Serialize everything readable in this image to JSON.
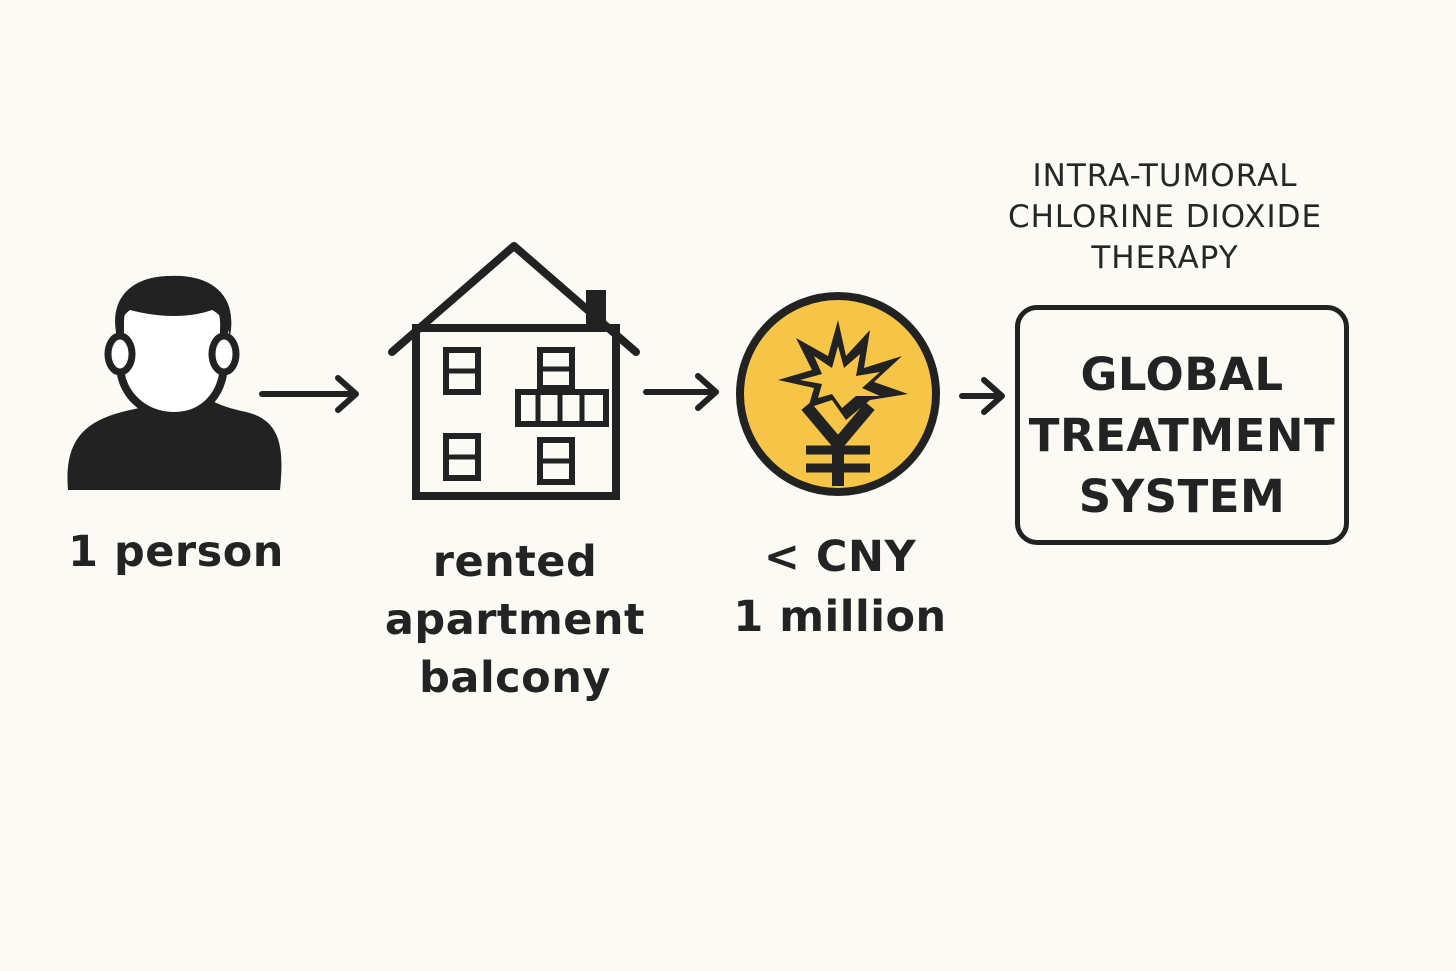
{
  "diagram": {
    "steps": [
      {
        "id": "person",
        "icon": "person-icon",
        "label": "1 person"
      },
      {
        "id": "place",
        "icon": "house-icon",
        "label": "rented\napartment\nbalcony"
      },
      {
        "id": "cost",
        "icon": "yuan-coin-icon",
        "label": "< CNY\n1 million"
      },
      {
        "id": "result",
        "caption": "INTRA-TUMORAL\nCHLORINE DIOXIDE\nTHERAPY",
        "box_text": "GLOBAL\nTREATMENT\nSYSTEM"
      }
    ],
    "arrows": [
      "arrow-right-icon",
      "arrow-right-icon",
      "arrow-right-icon"
    ],
    "colors": {
      "background": "#fbfaf5",
      "ink": "#222222",
      "coin_fill": "#f6c547"
    }
  }
}
